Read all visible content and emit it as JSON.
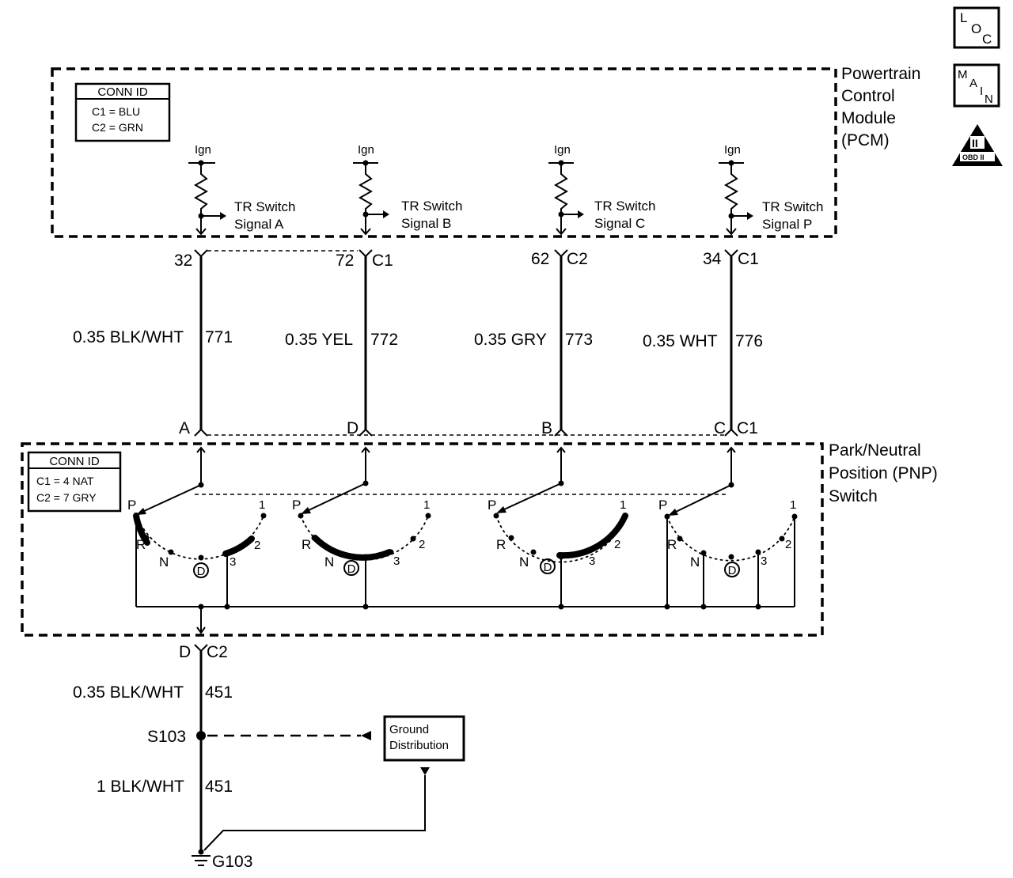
{
  "icons": {
    "loc": {
      "top": "L",
      "mid": "O",
      "bot": "C"
    },
    "main": {
      "l1": "M",
      "l2": "A",
      "l3": "I",
      "l4": "N"
    },
    "obd": {
      "mark": "II",
      "label": "OBD II"
    }
  },
  "pcm": {
    "title": [
      "Powertrain",
      "Control",
      "Module",
      "(PCM)"
    ],
    "conn_id": {
      "header": "CONN ID",
      "rows": [
        "C1 = BLU",
        "C2 = GRN"
      ]
    },
    "supply_label": "Ign",
    "signals": [
      {
        "line1": "TR Switch",
        "line2": "Signal A"
      },
      {
        "line1": "TR Switch",
        "line2": "Signal B"
      },
      {
        "line1": "TR Switch",
        "line2": "Signal C"
      },
      {
        "line1": "TR Switch",
        "line2": "Signal P"
      }
    ],
    "pins": [
      {
        "pin": "32",
        "conn": ""
      },
      {
        "pin": "72",
        "conn": "C1"
      },
      {
        "pin": "62",
        "conn": "C2"
      },
      {
        "pin": "34",
        "conn": "C1"
      }
    ]
  },
  "wires": [
    {
      "gauge_color": "0.35 BLK/WHT",
      "circuit": "771"
    },
    {
      "gauge_color": "0.35 YEL",
      "circuit": "772"
    },
    {
      "gauge_color": "0.35 GRY",
      "circuit": "773"
    },
    {
      "gauge_color": "0.35 WHT",
      "circuit": "776"
    }
  ],
  "pnp": {
    "title": [
      "Park/Neutral",
      "Position (PNP)",
      "Switch"
    ],
    "conn_id": {
      "header": "CONN ID",
      "rows": [
        "C1 = 4 NAT",
        "C2 = 7 GRY"
      ]
    },
    "pins": [
      "A",
      "D",
      "B",
      "C"
    ],
    "pin_conn": "C1",
    "positions": {
      "p": "P",
      "r": "R",
      "n": "N",
      "d": "D",
      "three": "3",
      "two": "2",
      "one": "1"
    },
    "ground_pin": {
      "pin": "D",
      "conn": "C2"
    }
  },
  "ground": {
    "wire1": {
      "gauge_color": "0.35 BLK/WHT",
      "circuit": "451"
    },
    "splice": "S103",
    "dist_box": [
      "Ground",
      "Distribution"
    ],
    "wire2": {
      "gauge_color": "1 BLK/WHT",
      "circuit": "451"
    },
    "ground_point": "G103"
  }
}
